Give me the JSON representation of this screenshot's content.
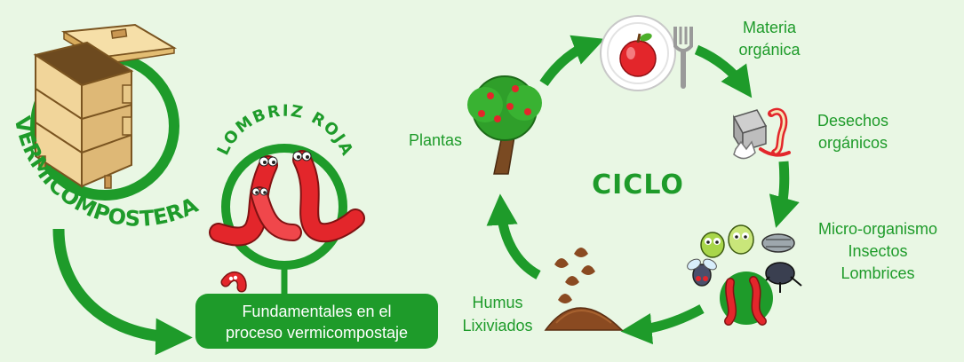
{
  "vermicompostera": {
    "label": "VERMICOMPOSTERA"
  },
  "lombriz": {
    "label": "LOMBRIZ ROJA"
  },
  "central_box": {
    "line1": "Fundamentales en el",
    "line2": "proceso vermicompostaje"
  },
  "cycle": {
    "title": "CICLO",
    "stages": {
      "materia": [
        "Materia",
        "orgánica"
      ],
      "desechos": [
        "Desechos",
        "orgánicos"
      ],
      "micro": [
        "Micro-organismo",
        "Insectos",
        "Lombrices"
      ],
      "humus": [
        "Humus",
        "Lixiviados"
      ],
      "plantas": [
        "Plantas"
      ]
    }
  },
  "colors": {
    "background": "#e9f7e4",
    "brand_green": "#1e9b2a",
    "worm_red": "#e3262b",
    "wood": "#f1d59a"
  }
}
